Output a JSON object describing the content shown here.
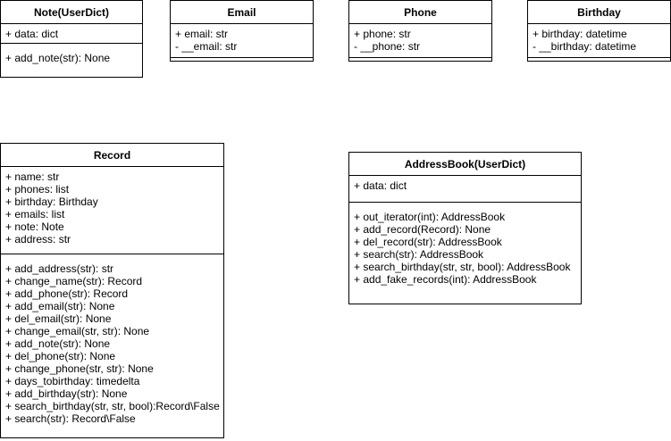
{
  "classes": {
    "note": {
      "name": "Note(UserDict)",
      "attributes": [
        "+ data: dict"
      ],
      "methods": [
        "+ add_note(str): None"
      ]
    },
    "email": {
      "name": "Email",
      "attributes": [
        "+ email: str",
        "- __email: str"
      ],
      "methods": []
    },
    "phone": {
      "name": "Phone",
      "attributes": [
        "+ phone: str",
        "- __phone: str"
      ],
      "methods": []
    },
    "birthday": {
      "name": "Birthday",
      "attributes": [
        "+ birthday: datetime",
        "- __birthday: datetime"
      ],
      "methods": []
    },
    "record": {
      "name": "Record",
      "attributes": [
        "+ name: str",
        "+ phones: list",
        "+ birthday: Birthday",
        "+ emails: list",
        "+ note: Note",
        "+ address: str"
      ],
      "methods": [
        "+ add_address(str): str",
        "+ change_name(str): Record",
        "+ add_phone(str): Record",
        "+ add_email(str): None",
        "+ del_email(str): None",
        "+ change_email(str, str): None",
        "+ add_note(str): None",
        "+ del_phone(str): None",
        "+ change_phone(str, str): None",
        "+ days_tobirthday: timedelta",
        "+ add_birthday(str): None",
        "+ search_birthday(str, str, bool):Record\\False",
        "+ search(str): Record\\False"
      ]
    },
    "addressbook": {
      "name": "AddressBook(UserDict)",
      "attributes": [
        "+ data: dict"
      ],
      "methods": [
        "+ out_iterator(int): AddressBook",
        "+ add_record(Record): None",
        "+ del_record(str): AddressBook",
        "+ search(str): AddressBook",
        "+ search_birthday(str, str, bool): AddressBook",
        "+ add_fake_records(int): AddressBook"
      ]
    }
  }
}
